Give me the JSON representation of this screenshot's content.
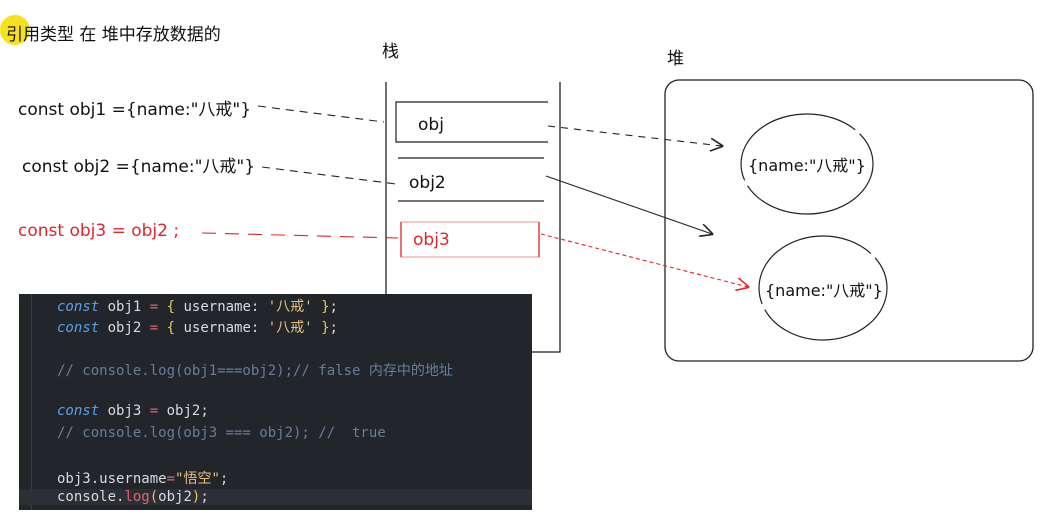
{
  "title": "引用类型 在 堆中存放数据的",
  "stack_label": "栈",
  "heap_label": "堆",
  "left_code": {
    "line1": "const  obj1 ={name:\"八戒\"}",
    "line2": "const  obj2 ={name:\"八戒\"}",
    "line3": "const obj3 = obj2 ;"
  },
  "stack_slots": {
    "slot1": "obj",
    "slot2": "obj2",
    "slot3": "obj3"
  },
  "heap_objects": {
    "obj1": "{name:\"八戒\"}",
    "obj2": "{name:\"八戒\"}"
  },
  "colors": {
    "highlight_red": "#e0252b",
    "cursor_yellow": "#f7e11c",
    "editor_bg": "#22262b"
  },
  "editor": {
    "l1": {
      "kw": "const",
      "a": " obj1 ",
      "op": "=",
      "b": " ",
      "ob": "{",
      "c": " username: ",
      "s": "'八戒'",
      "d": " ",
      "cb": "}",
      "e": ";"
    },
    "l2": {
      "kw": "const",
      "a": " obj2 ",
      "op": "=",
      "b": " ",
      "ob": "{",
      "c": " username: ",
      "s": "'八戒'",
      "d": " ",
      "cb": "}",
      "e": ";"
    },
    "l3": "// console.log(obj1===obj2);// false 内存中的地址",
    "l4": {
      "kw": "const",
      "a": " obj3 ",
      "op": "=",
      "b": " obj2;"
    },
    "l5": "// console.log(obj3 === obj2); //  true",
    "l6": {
      "a": "obj3.username",
      "op": "=",
      "s": "\"悟空\"",
      "e": ";"
    },
    "l7": {
      "a": "console.",
      "fn": "log",
      "ob": "(",
      "b": "obj2",
      "cb": ")",
      "e": ";"
    }
  }
}
